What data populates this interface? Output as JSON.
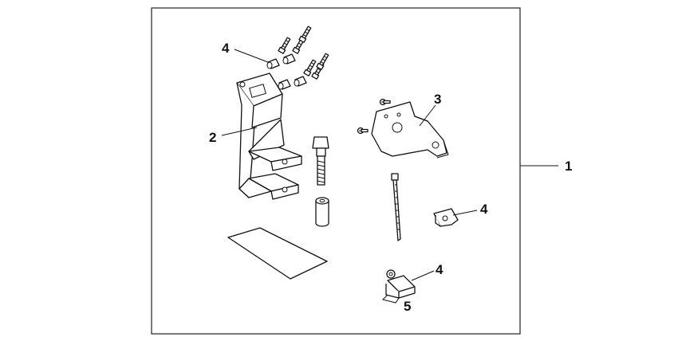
{
  "diagram": {
    "callouts": {
      "kit": "1",
      "bracket": "2",
      "plate": "3",
      "hardware_top": "4",
      "clip_right": "4",
      "clip_bottom": "4",
      "sensor_bracket": "5"
    }
  },
  "colors": {
    "line": "#111111",
    "background": "#ffffff"
  }
}
